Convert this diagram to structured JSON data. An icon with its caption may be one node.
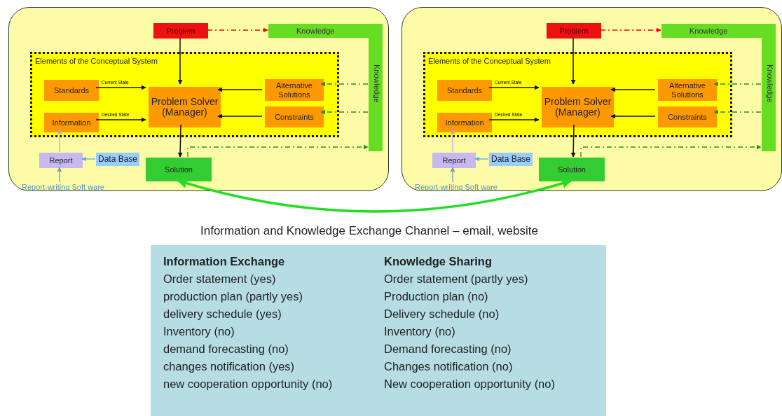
{
  "diagram": {
    "nodes": [
      {
        "text": [],
        "shape": "box"
      },
      {
        "text": [
          "Problem"
        ],
        "in": 0
      },
      {
        "text": [
          "Knowledge",
          "Knowledge"
        ],
        "in": 0
      },
      {
        "text": [
          "Elements of the Conceptual System"
        ],
        "in": 0
      },
      {
        "text": [
          "Standards"
        ],
        "in": 3
      },
      {
        "text": [
          "Information"
        ],
        "in": 3
      },
      {
        "text": [
          "Problem Solver (Manager)"
        ],
        "in": 3
      },
      {
        "text": [
          "Alternative Solutions"
        ],
        "in": 3
      },
      {
        "text": [
          "Constraints"
        ],
        "in": 3
      },
      {
        "text": [
          "Report"
        ],
        "in": 0
      },
      {
        "text": [
          "Data Base"
        ],
        "in": 0
      },
      {
        "text": [
          "Solution"
        ],
        "in": 0
      },
      {
        "text": [
          "Report-writing Soft ware"
        ],
        "in": 0
      },
      {
        "text": [],
        "shape": "box"
      },
      {
        "text": [
          "Problem"
        ],
        "in": 13
      },
      {
        "text": [
          "Knowledge",
          "Knowledge"
        ],
        "in": 13
      },
      {
        "text": [
          "Elements of the Conceptual System"
        ],
        "in": 13
      },
      {
        "text": [
          "Standards"
        ],
        "in": 16
      },
      {
        "text": [
          "Information"
        ],
        "in": 16
      },
      {
        "text": [
          "Problem Solver (Manager)"
        ],
        "in": 16
      },
      {
        "text": [
          "Alternative Solutions"
        ],
        "in": 16
      },
      {
        "text": [
          "Constraints"
        ],
        "in": 16
      },
      {
        "text": [
          "Report"
        ],
        "in": 13
      },
      {
        "text": [
          "Data Base"
        ],
        "in": 13
      },
      {
        "text": [
          "Solution"
        ],
        "in": 13
      },
      {
        "text": [
          "Report-writing Soft ware"
        ],
        "in": 13
      }
    ],
    "edges": [
      {
        "from": 1,
        "to": 2,
        "arrow": "to",
        "style": "dashed",
        "color": "#ff0000"
      },
      {
        "from": 1,
        "to": 6,
        "arrow": "to"
      },
      {
        "from": 4,
        "to": 6,
        "arrow": "to",
        "label": "Current State"
      },
      {
        "from": 5,
        "to": 6,
        "arrow": "to",
        "label": "Desired State"
      },
      {
        "from": 7,
        "to": 6,
        "arrow": "to"
      },
      {
        "from": 8,
        "to": 6,
        "arrow": "to"
      },
      {
        "from": 2,
        "to": 7,
        "arrow": "to",
        "style": "dashed",
        "color": "#2a8a2a"
      },
      {
        "from": 2,
        "to": 8,
        "arrow": "to",
        "style": "dashed",
        "color": "#2a8a2a"
      },
      {
        "from": 6,
        "to": 11,
        "arrow": "to"
      },
      {
        "from": 11,
        "to": 2,
        "arrow": "to",
        "style": "dashed",
        "color": "#2a8a2a"
      },
      {
        "from": 9,
        "to": 5,
        "arrow": "to",
        "color": "#b8a8e8"
      },
      {
        "from": 10,
        "to": 9,
        "arrow": "to",
        "color": "#66aadd"
      },
      {
        "from": 12,
        "to": 9,
        "arrow": "to",
        "color": "#7799bb"
      },
      {
        "from": 14,
        "to": 15,
        "arrow": "to",
        "style": "dashed",
        "color": "#ff0000"
      },
      {
        "from": 14,
        "to": 19,
        "arrow": "to"
      },
      {
        "from": 17,
        "to": 19,
        "arrow": "to",
        "label": "Current State"
      },
      {
        "from": 18,
        "to": 19,
        "arrow": "to",
        "label": "Desired State"
      },
      {
        "from": 20,
        "to": 19,
        "arrow": "to"
      },
      {
        "from": 21,
        "to": 19,
        "arrow": "to"
      },
      {
        "from": 15,
        "to": 20,
        "arrow": "to",
        "style": "dashed",
        "color": "#2a8a2a"
      },
      {
        "from": 15,
        "to": 21,
        "arrow": "to",
        "style": "dashed",
        "color": "#2a8a2a"
      },
      {
        "from": 19,
        "to": 24,
        "arrow": "to"
      },
      {
        "from": 24,
        "to": 15,
        "arrow": "to",
        "style": "dashed",
        "color": "#2a8a2a"
      },
      {
        "from": 22,
        "to": 18,
        "arrow": "to",
        "color": "#b8a8e8"
      },
      {
        "from": 23,
        "to": 22,
        "arrow": "to",
        "color": "#66aadd"
      },
      {
        "from": 25,
        "to": 22,
        "arrow": "to",
        "color": "#7799bb"
      },
      {
        "from": 11,
        "to": 24,
        "arrow": "both",
        "style": "thick",
        "color": "#22dd22",
        "label": "Information and Knowledge Exchange Channel – email, website"
      }
    ],
    "labels": [
      "Information Exchange",
      "Knowledge Sharing",
      "Order statement (yes)",
      "Order statement (partly yes)",
      "production plan (partly yes)",
      "Production plan (no)",
      "delivery schedule (yes)",
      "Delivery schedule (no)",
      "Inventory (no)",
      "Inventory (no)",
      "demand forecasting (no)",
      "Demand forecasting (no)",
      "changes notification (yes)",
      "Changes notification (no)",
      "new cooperation opportunity (no)",
      "New cooperation opportunity (no)"
    ]
  }
}
